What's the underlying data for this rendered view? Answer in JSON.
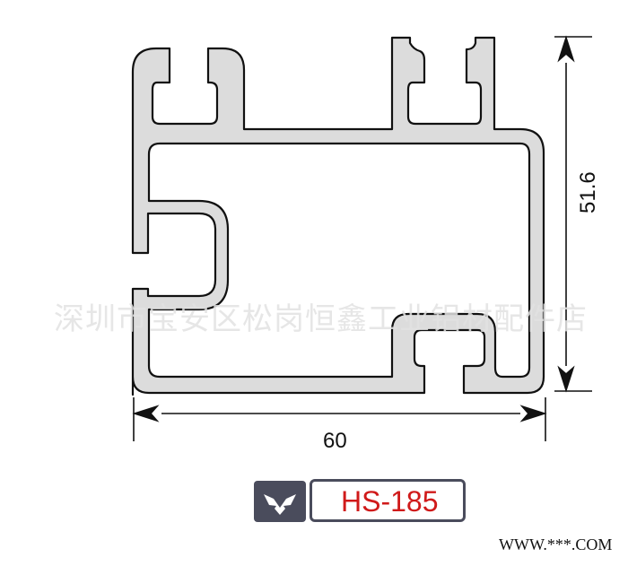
{
  "profile": {
    "model_code": "HS-185",
    "fill_color": "#dcdcdc",
    "outline_color": "#111111"
  },
  "dimensions": {
    "width_label": "60",
    "height_label": "51.6"
  },
  "watermark": {
    "text": "深圳市宝安区松岗恒鑫工业铝材配件店"
  },
  "badge": {
    "logo_icon": "eagle-wings-icon",
    "logo_bg": "#4a4c5c",
    "code_color": "#d01a1a"
  },
  "footer": {
    "website": "WWW.***.COM"
  }
}
